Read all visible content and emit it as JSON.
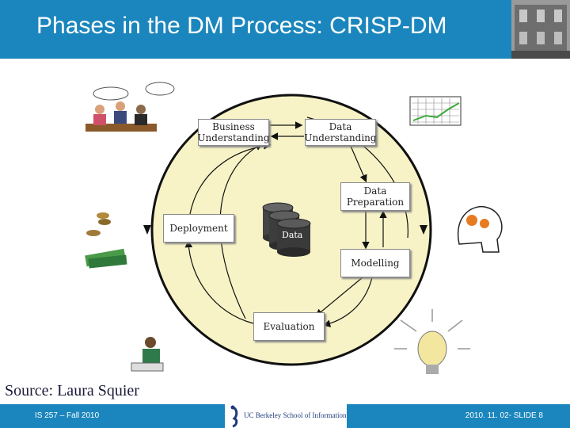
{
  "header": {
    "title": "Phases in the DM Process: CRISP-DM",
    "bg_color": "#1b86bd"
  },
  "diagram": {
    "phases": {
      "business": [
        "Business",
        "Understanding"
      ],
      "data_und": [
        "Data",
        "Understanding"
      ],
      "prep": [
        "Data",
        "Preparation"
      ],
      "modelling": "Modelling",
      "evaluation": "Evaluation",
      "deployment": "Deployment"
    },
    "center_label": "Data",
    "ellipse_color": "#f7f3c6"
  },
  "source": "Source: Laura Squier",
  "footer": {
    "left": "IS 257 – Fall 2010",
    "logo_text": "UC Berkeley School of Information",
    "right": "2010. 11. 02- SLIDE 8"
  }
}
